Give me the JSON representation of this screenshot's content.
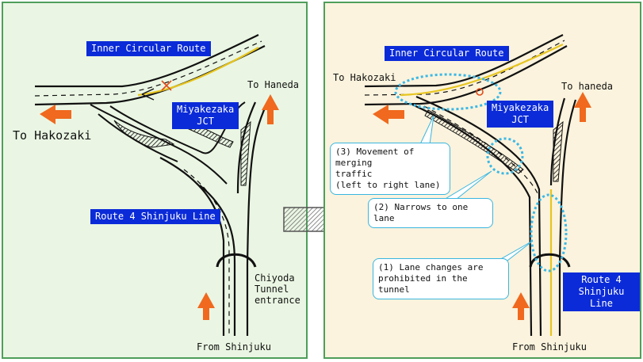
{
  "left": {
    "inner_circular": "Inner Circular Route",
    "to_hakozaki": "To Hakozaki",
    "to_haneda": "To Haneda",
    "miyakezaka": "Miyakezaka\nJCT",
    "route4": "Route 4 Shinjuku Line",
    "tunnel": "Chiyoda\nTunnel\nentrance",
    "from_shinjuku": "From Shinjuku"
  },
  "right": {
    "inner_circular": "Inner Circular Route",
    "to_hakozaki": "To Hakozaki",
    "to_haneda": "To haneda",
    "miyakezaka": "Miyakezaka\nJCT",
    "route4": "Route 4\nShinjuku Line",
    "from_shinjuku": "From Shinjuku",
    "callout1": "(1) Lane changes are\n    prohibited in the tunnel",
    "callout2": "(2) Narrows to one lane",
    "callout3": "(3) Movement of merging\n    traffic\n    (left to right lane)"
  },
  "colors": {
    "label_box": "#0b2bd8",
    "arrow": "#f0691e",
    "highlight": "#f2d33a",
    "dotted_circle": "#3cb8e6",
    "panel_border": "#4e9e5a"
  }
}
